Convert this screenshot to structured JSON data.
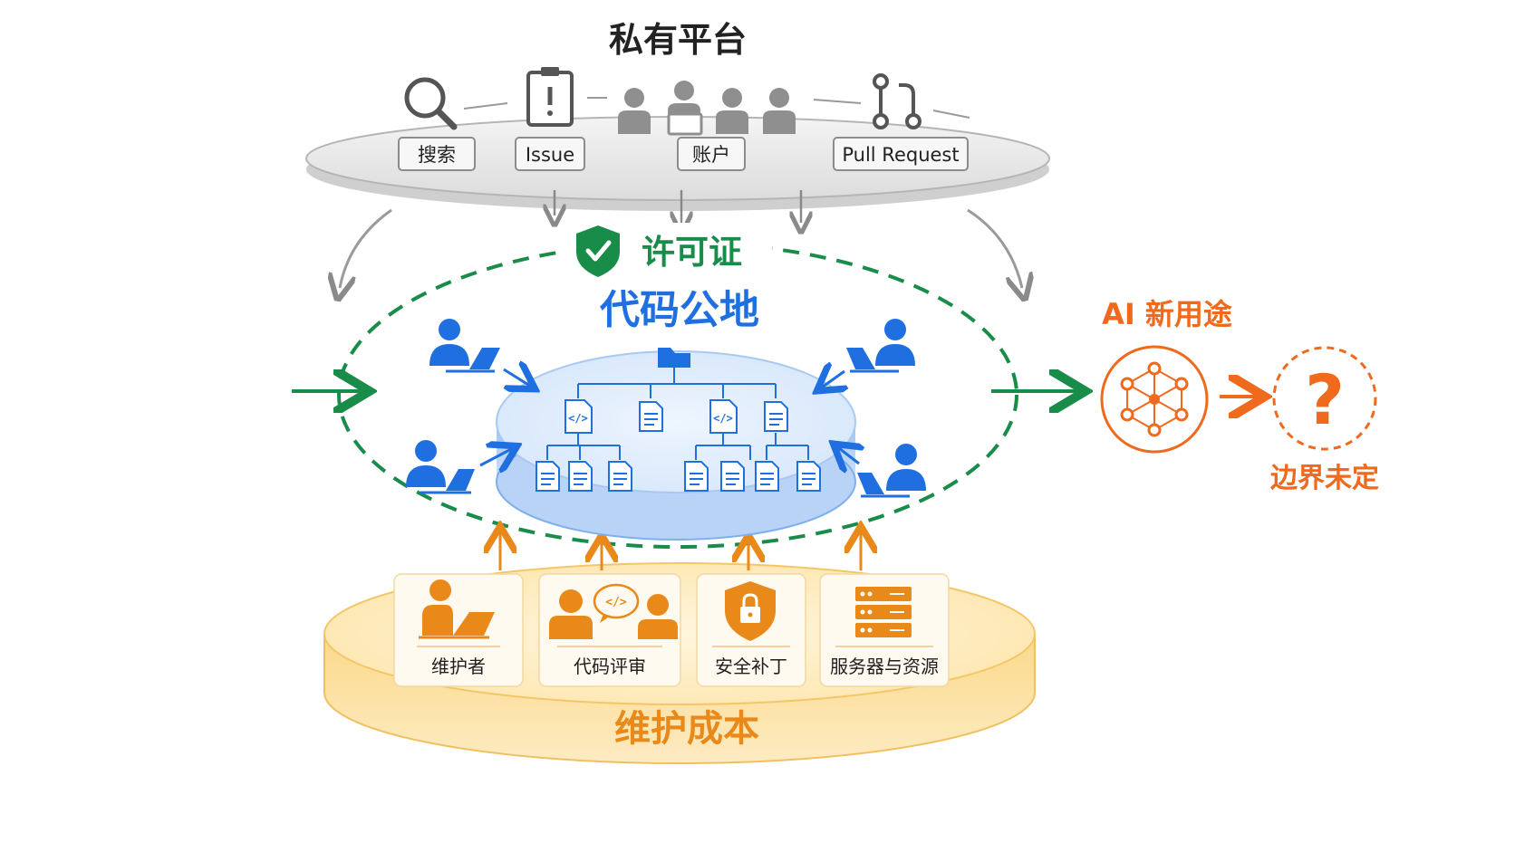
{
  "private_platform": {
    "title": "私有平台",
    "items": {
      "search": "搜索",
      "issue": "Issue",
      "account": "账户",
      "pull_request": "Pull Request"
    }
  },
  "license": {
    "label": "许可证"
  },
  "commons": {
    "title": "代码公地"
  },
  "maintenance": {
    "title": "维护成本",
    "items": {
      "maintainer": "维护者",
      "code_review": "代码评审",
      "security_patch": "安全补丁",
      "servers": "服务器与资源"
    }
  },
  "ai": {
    "title": "AI 新用途",
    "boundary": "边界未定",
    "question_mark": "?"
  },
  "colors": {
    "green": "#1a8c4a",
    "blue": "#1f6fe0",
    "orange": "#e8891a",
    "red_orange": "#f06a1e",
    "gray": "#8a8a8a"
  },
  "icons": {
    "platform": [
      "search-icon",
      "clipboard-alert-icon",
      "team-icon",
      "pull-request-icon"
    ],
    "maintenance": [
      "person-laptop-icon",
      "code-review-icon",
      "lock-shield-icon",
      "server-icon"
    ]
  }
}
